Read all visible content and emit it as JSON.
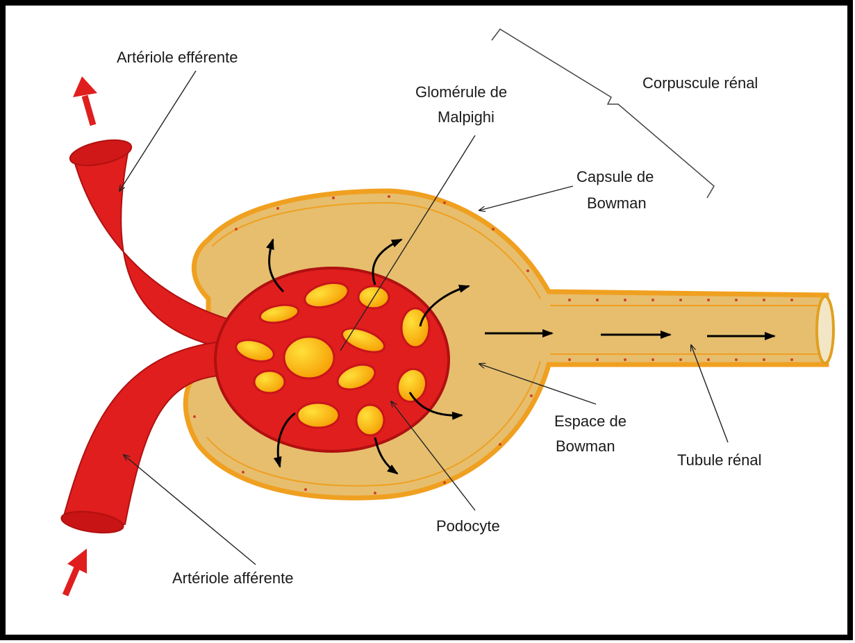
{
  "labels": {
    "arteriole_efferente": "Artériole efférente",
    "glomerule_line1": "Glomérule de",
    "glomerule_line2": "Malpighi",
    "corpuscule_renal": "Corpuscule rénal",
    "capsule_line1": "Capsule de",
    "capsule_line2": "Bowman",
    "espace_line1": "Espace de",
    "espace_line2": "Bowman",
    "tubule_renal": "Tubule rénal",
    "podocyte": "Podocyte",
    "arteriole_afferente": "Artériole afférente"
  },
  "colors": {
    "vessel_red": "#e01e1e",
    "vessel_dark": "#b01010",
    "capsule_fill": "#e6be6e",
    "capsule_border": "#f0a020",
    "capillary_yellow": "#ffd21e",
    "capillary_orange": "#f79b00",
    "frame": "#000000"
  }
}
